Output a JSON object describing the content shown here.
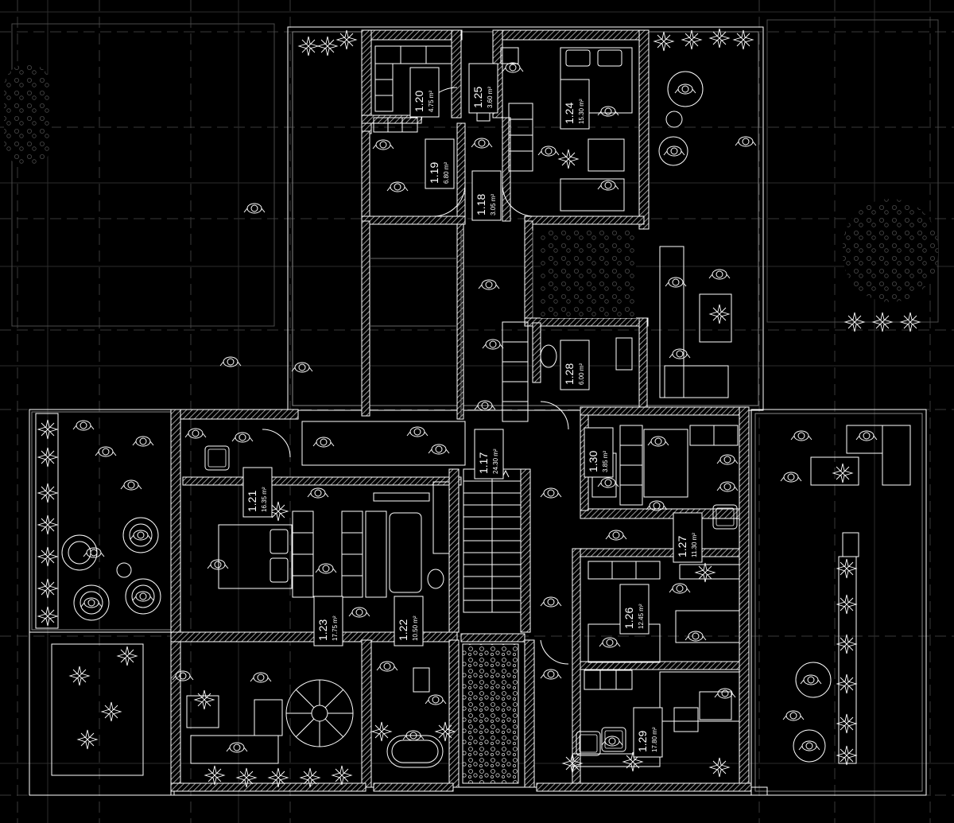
{
  "colors": {
    "background": "#000000",
    "linework": "#ffffff",
    "grid": "#3a3a3a",
    "wall_hatch": "#bdbdbd"
  },
  "rooms": [
    {
      "number": "1.20",
      "area": "4.75 m²"
    },
    {
      "number": "1.25",
      "area": "3.60 m²"
    },
    {
      "number": "1.24",
      "area": "15.30 m²"
    },
    {
      "number": "1.19",
      "area": "6.80 m²"
    },
    {
      "number": "1.18",
      "area": "3.05 m²"
    },
    {
      "number": "1.28",
      "area": "6.00 m²"
    },
    {
      "number": "1.17",
      "area": "24.30 m²"
    },
    {
      "number": "1.30",
      "area": "3.85 m²"
    },
    {
      "number": "1.21",
      "area": "16.35 m²"
    },
    {
      "number": "1.27",
      "area": "11.30 m²"
    },
    {
      "number": "1.26",
      "area": "12.45 m²"
    },
    {
      "number": "1.23",
      "area": "17.75 m²"
    },
    {
      "number": "1.22",
      "area": "10.50 m²"
    },
    {
      "number": "1.29",
      "area": "17.80 m²"
    }
  ]
}
